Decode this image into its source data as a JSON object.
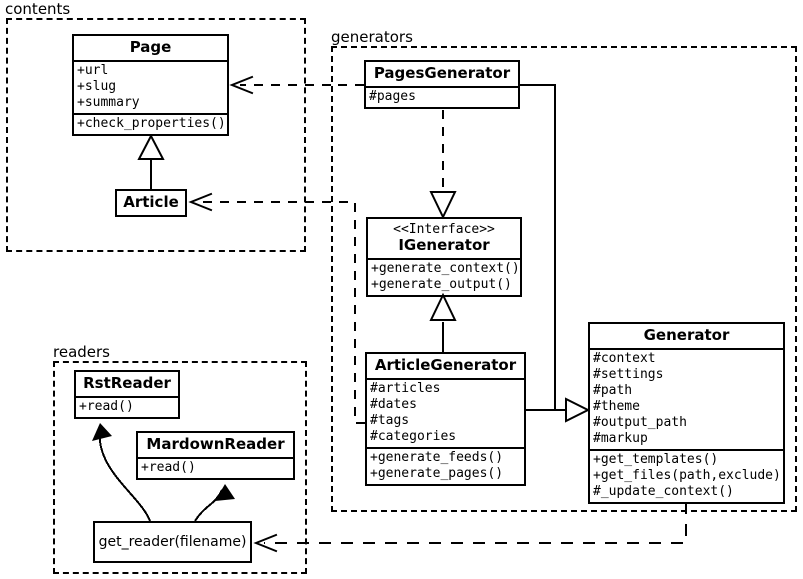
{
  "diagram": {
    "title": "UML class diagram",
    "stroke_color": "#000000",
    "background_color": "#ffffff"
  },
  "packages": [
    {
      "id": "contents",
      "label": "contents"
    },
    {
      "id": "generators",
      "label": "generators"
    },
    {
      "id": "readers",
      "label": "readers"
    }
  ],
  "classes": {
    "page": {
      "name": "Page",
      "attributes": [
        "+url",
        "+slug",
        "+summary"
      ],
      "methods": [
        "+check_properties()"
      ]
    },
    "article": {
      "name": "Article",
      "attributes": [],
      "methods": []
    },
    "pages_generator": {
      "name": "PagesGenerator",
      "attributes": [
        "#pages"
      ],
      "methods": []
    },
    "igenerator": {
      "stereotype": "<<Interface>>",
      "name": "IGenerator",
      "attributes": [],
      "methods": [
        "+generate_context()",
        "+generate_output()"
      ]
    },
    "article_generator": {
      "name": "ArticleGenerator",
      "attributes": [
        "#articles",
        "#dates",
        "#tags",
        "#categories"
      ],
      "methods": [
        "+generate_feeds()",
        "+generate_pages()"
      ]
    },
    "generator": {
      "name": "Generator",
      "attributes": [
        "#context",
        "#settings",
        "#path",
        "#theme",
        "#output_path",
        "#markup"
      ],
      "methods": [
        "+get_templates()",
        "+get_files(path,exclude)",
        "#_update_context()"
      ]
    },
    "rst_reader": {
      "name": "RstReader",
      "attributes": [],
      "methods": [
        "+read()"
      ]
    },
    "mardown_reader": {
      "name": "MardownReader",
      "attributes": [],
      "methods": [
        "+read()"
      ]
    },
    "get_reader": {
      "name": "get_reader(filename)"
    }
  },
  "relationships": [
    {
      "type": "generalization",
      "from": "Article",
      "to": "Page"
    },
    {
      "type": "realization",
      "from": "PagesGenerator",
      "to": "IGenerator"
    },
    {
      "type": "generalization",
      "from": "ArticleGenerator",
      "to": "IGenerator"
    },
    {
      "type": "generalization",
      "from": "PagesGenerator",
      "to": "Generator"
    },
    {
      "type": "generalization",
      "from": "ArticleGenerator",
      "to": "Generator"
    },
    {
      "type": "dependency",
      "from": "PagesGenerator",
      "to": "Page"
    },
    {
      "type": "dependency",
      "from": "ArticleGenerator",
      "to": "Article"
    },
    {
      "type": "dependency",
      "from": "Generator",
      "to": "get_reader(filename)"
    },
    {
      "type": "call",
      "from": "get_reader(filename)",
      "to": "RstReader"
    },
    {
      "type": "call",
      "from": "get_reader(filename)",
      "to": "MardownReader"
    }
  ]
}
